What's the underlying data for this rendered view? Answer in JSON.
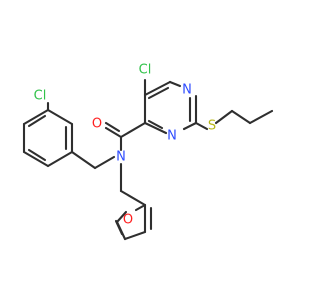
{
  "molecule": {
    "atoms": {
      "cl_top": "Cl",
      "cl_left": "Cl",
      "n_pyr_top": "N",
      "n_pyr_bottom": "N",
      "s_thioether": "S",
      "o_carbonyl": "O",
      "n_amide": "N",
      "o_furan": "O"
    }
  },
  "colors": {
    "bond": "#2f2f2f",
    "chlorine": "#31c24a",
    "nitrogen": "#2f4dff",
    "oxygen": "#ff1f1f",
    "sulfur": "#b8b81a",
    "background": "#ffffff"
  }
}
